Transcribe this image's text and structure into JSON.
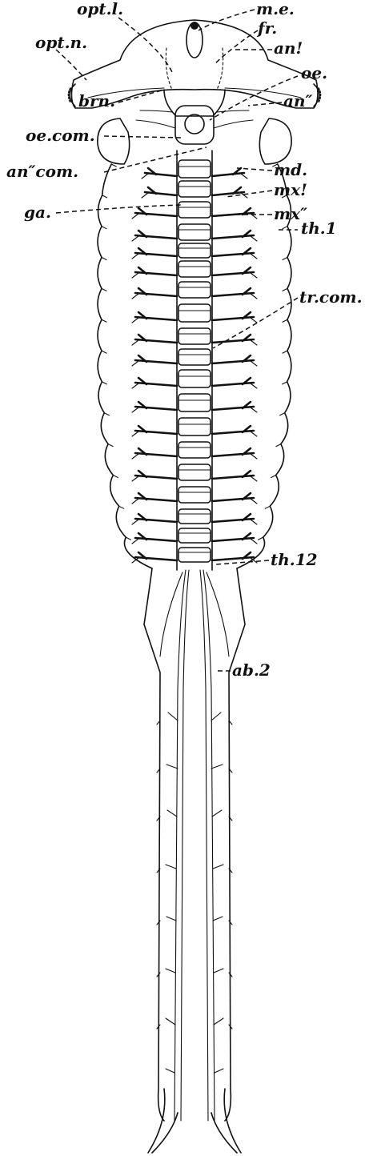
{
  "figure": {
    "subject": "Branchipus-type crustacean larva, ventral nervous system",
    "labels": [
      {
        "id": "opt_l",
        "text": "opt.l."
      },
      {
        "id": "m_e",
        "text": "m.e."
      },
      {
        "id": "opt_n",
        "text": "opt.n."
      },
      {
        "id": "fr",
        "text": "fr."
      },
      {
        "id": "an1",
        "text": "an!"
      },
      {
        "id": "oe",
        "text": "oe."
      },
      {
        "id": "brn",
        "text": "brn."
      },
      {
        "id": "an2",
        "text": "an″"
      },
      {
        "id": "oe_com",
        "text": "oe.com."
      },
      {
        "id": "md",
        "text": "md."
      },
      {
        "id": "an2_com",
        "text": "an″com."
      },
      {
        "id": "mx1",
        "text": "mx!"
      },
      {
        "id": "ga",
        "text": "ga."
      },
      {
        "id": "mx2",
        "text": "mx″"
      },
      {
        "id": "th1",
        "text": "th.1"
      },
      {
        "id": "tr_com",
        "text": "tr.com."
      },
      {
        "id": "th12",
        "text": "th.12"
      },
      {
        "id": "ab2",
        "text": "ab.2"
      }
    ],
    "ink_color": "#111111",
    "paper_color": "#ffffff"
  }
}
